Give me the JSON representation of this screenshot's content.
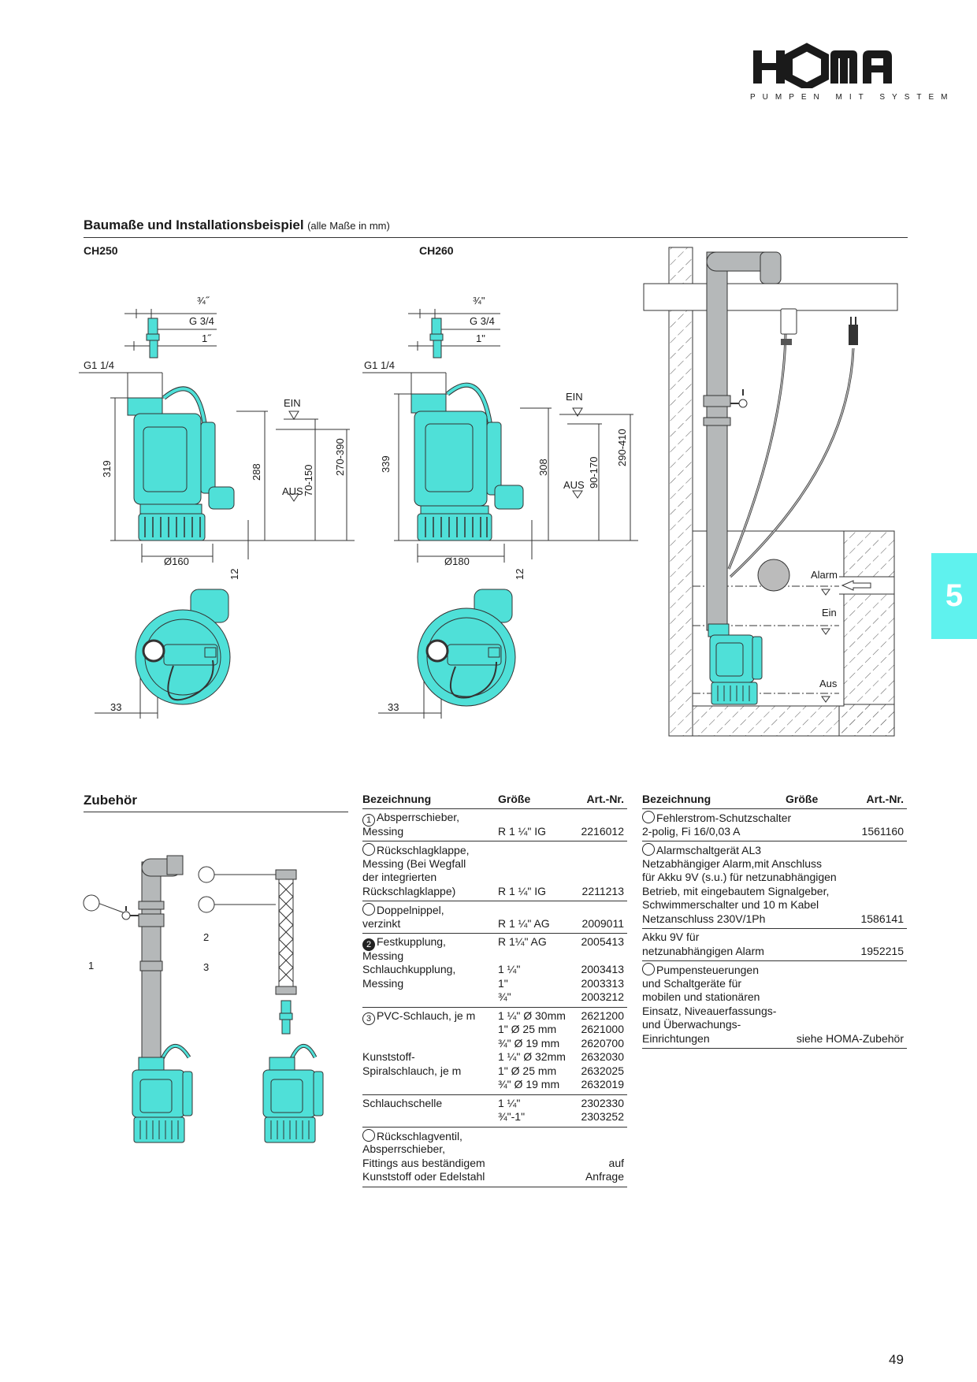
{
  "brand": {
    "name": "HOMA",
    "tagline": "PUMPEN MIT SYSTEM",
    "colors": {
      "accent": "#5ff2ee",
      "pump": "#4fe0d8",
      "text": "#1a1a1a"
    }
  },
  "section1": {
    "title": "Baumaße und Installationsbeispiel",
    "note": "(alle Maße in mm)"
  },
  "ch250": {
    "model": "CH250",
    "fit_a": "¾˝",
    "fit_b": "G 3/4",
    "fit_c": "1˝",
    "outlet": "G1 1/4",
    "height": "319",
    "body": "288",
    "range_ein": "270-390",
    "range_aus": "70-150",
    "ein": "EIN",
    "aus": "AUS",
    "dia": "Ø160",
    "base": "12",
    "offset": "33"
  },
  "ch260": {
    "model": "CH260",
    "fit_a": "¾\"",
    "fit_b": "G 3/4",
    "fit_c": "1\"",
    "outlet": "G1 1/4",
    "height": "339",
    "body": "308",
    "range_ein": "290-410",
    "range_aus": "90-170",
    "ein": "EIN",
    "aus": "AUS",
    "dia": "Ø180",
    "base": "12",
    "offset": "33"
  },
  "install": {
    "alarm": "Alarm",
    "ein": "Ein",
    "aus": "Aus"
  },
  "section2": {
    "title": "Zubehör",
    "callouts": [
      "1",
      "2",
      "3"
    ]
  },
  "table_headers": {
    "name": "Bezeichnung",
    "size": "Größe",
    "art": "Art.-Nr."
  },
  "tableA": [
    {
      "circle": "1",
      "filled": false,
      "lines": [
        {
          "n": "Absperrschieber,",
          "s": "",
          "a": ""
        },
        {
          "n": "Messing",
          "s": "R 1 ¼\" IG",
          "a": "2216012"
        }
      ]
    },
    {
      "circle": "",
      "filled": false,
      "lines": [
        {
          "n": "Rückschlagklappe,",
          "s": "",
          "a": ""
        },
        {
          "n": "Messing (Bei Wegfall",
          "s": "",
          "a": ""
        },
        {
          "n": "der integrierten",
          "s": "",
          "a": ""
        },
        {
          "n": "Rückschlagklappe)",
          "s": "R 1 ¼\" IG",
          "a": "2211213"
        }
      ]
    },
    {
      "circle": "",
      "filled": false,
      "lines": [
        {
          "n": "Doppelnippel,",
          "s": "",
          "a": ""
        },
        {
          "n": "verzinkt",
          "s": "R 1 ¼\" AG",
          "a": "2009011"
        }
      ]
    },
    {
      "circle": "2",
      "filled": true,
      "lines": [
        {
          "n": "Festkupplung,",
          "s": "R 1¼\" AG",
          "a": "2005413"
        },
        {
          "n": "Messing",
          "s": "",
          "a": ""
        },
        {
          "n": "Schlauchkupplung,",
          "s": "1 ¼\"",
          "a": "2003413"
        },
        {
          "n": "Messing",
          "s": "1\"",
          "a": "2003313"
        },
        {
          "n": "",
          "s": "¾\"",
          "a": "2003212"
        }
      ]
    },
    {
      "circle": "3",
      "filled": false,
      "lines": [
        {
          "n": "PVC-Schlauch, je m",
          "s": "1 ¼\" Ø 30mm",
          "a": "2621200"
        },
        {
          "n": "",
          "s": "1\" Ø 25 mm",
          "a": "2621000"
        },
        {
          "n": "",
          "s": "¾\" Ø 19 mm",
          "a": "2620700"
        },
        {
          "n": "Kunststoff-",
          "s": "1 ¼\" Ø 32mm",
          "a": "2632030"
        },
        {
          "n": "Spiralschlauch, je m",
          "s": "1\" Ø 25 mm",
          "a": "2632025"
        },
        {
          "n": "",
          "s": "¾\" Ø 19 mm",
          "a": "2632019"
        }
      ]
    },
    {
      "circle": "",
      "filled": false,
      "nocircle": true,
      "lines": [
        {
          "n": "Schlauchschelle",
          "s": "1 ¼\"",
          "a": "2302330"
        },
        {
          "n": "",
          "s": "¾\"-1\"",
          "a": "2303252"
        }
      ]
    },
    {
      "circle": "",
      "filled": false,
      "lines": [
        {
          "n": "Rückschlagventil,",
          "s": "",
          "a": ""
        },
        {
          "n": "Absperrschieber,",
          "s": "",
          "a": ""
        },
        {
          "n": "Fittings aus beständigem",
          "s": "",
          "a": "auf"
        },
        {
          "n": "Kunststoff oder Edelstahl",
          "s": "",
          "a": "Anfrage"
        }
      ]
    }
  ],
  "tableB": [
    {
      "lines": [
        {
          "n": "Fehlerstrom-Schutzschalter",
          "a": ""
        },
        {
          "n": "2-polig, Fi 16/0,03 A",
          "a": "1561160"
        }
      ]
    },
    {
      "lines": [
        {
          "n": "Alarmschaltgerät AL3",
          "a": ""
        },
        {
          "n": "Netzabhängiger Alarm,mit Anschluss",
          "a": ""
        },
        {
          "n": "für Akku 9V (s.u.) für netzunabhängigen",
          "a": ""
        },
        {
          "n": "Betrieb, mit eingebautem Signalgeber,",
          "a": ""
        },
        {
          "n": "Schwimmerschalter und 10 m Kabel",
          "a": ""
        },
        {
          "n": "Netzanschluss 230V/1Ph",
          "a": "1586141"
        }
      ]
    },
    {
      "nocircle": true,
      "lines": [
        {
          "n": "Akku 9V für",
          "a": ""
        },
        {
          "n": "netzunabhängigen Alarm",
          "a": "1952215"
        }
      ]
    },
    {
      "lines": [
        {
          "n": "Pumpensteuerungen",
          "a": ""
        },
        {
          "n": "und Schaltgeräte für",
          "a": ""
        },
        {
          "n": "mobilen und stationären",
          "a": ""
        },
        {
          "n": "Einsatz, Niveauerfassungs-",
          "a": ""
        },
        {
          "n": "und Überwachungs-",
          "a": ""
        },
        {
          "n": "Einrichtungen",
          "a": "siehe HOMA-Zubehör"
        }
      ]
    }
  ],
  "side_tab": "5",
  "page_number": "49"
}
